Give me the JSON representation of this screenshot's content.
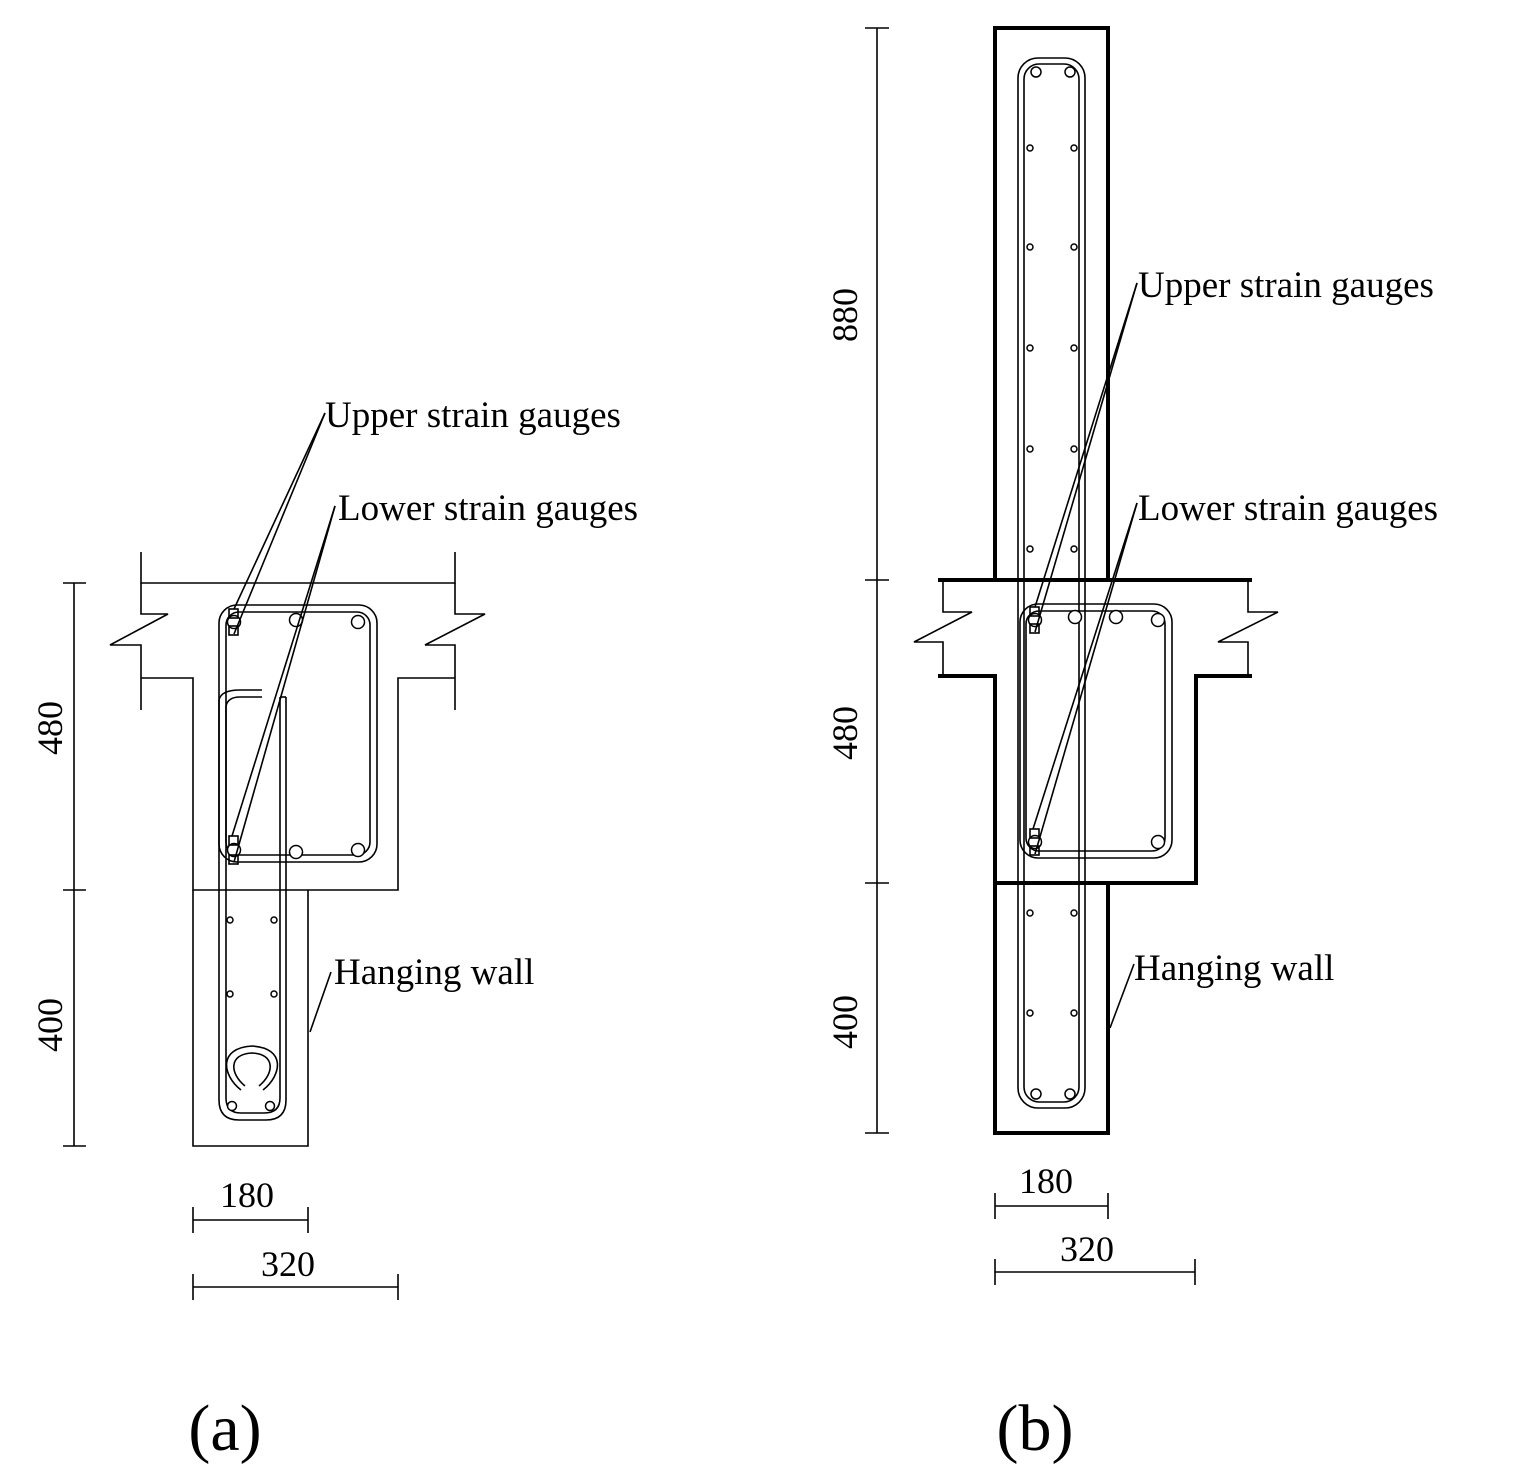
{
  "figure_a": {
    "caption": "(a)",
    "labels": {
      "upper": "Upper strain gauges",
      "lower": "Lower strain gauges",
      "wall": "Hanging wall"
    },
    "dims": {
      "beam_depth": "480",
      "wall_depth": "400",
      "wall_width": "180",
      "beam_width": "320"
    }
  },
  "figure_b": {
    "caption": "(b)",
    "labels": {
      "upper": "Upper strain gauges",
      "lower": "Lower strain gauges",
      "wall": "Hanging wall"
    },
    "dims": {
      "upper_wall_depth": "880",
      "beam_depth": "480",
      "wall_depth": "400",
      "wall_width": "180",
      "beam_width": "320"
    }
  }
}
